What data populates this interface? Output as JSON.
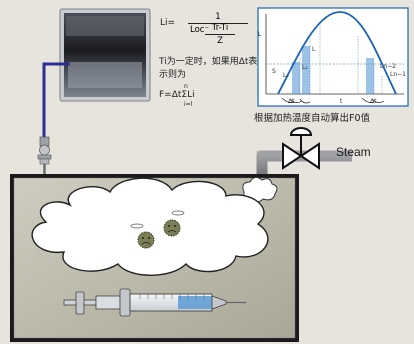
{
  "formula": {
    "li_lhs": "Li=",
    "numerator": "1",
    "denominator_prefix": "Loc⁻",
    "sub_numerator": "Tr-Ti",
    "sub_denominator": "Z",
    "ti_sentence": "Ti为一定时，如果用Δt表示则为",
    "f_eq": "F=ΔtΣLi",
    "sigma_upper": "n",
    "sigma_lower": "i=l"
  },
  "graph": {
    "y_axis_label": "L",
    "curve_label_l": "L",
    "label_l1": "L₁",
    "label_l2": "L₂",
    "label_ln2": "Ln−2",
    "label_ln1": "Ln−1",
    "label_dt_left": "Δt",
    "label_dt_right": "Δt",
    "label_t": "t",
    "label_start": "S"
  },
  "caption": "根据加热温度自动算出F0值",
  "steam_label": "Steam",
  "colors": {
    "background": "#e6e4dc",
    "curve": "#1a63b8",
    "wire": "#2b2e8f",
    "pipe": "#8a8c8e",
    "chamber_border": "#1a1a1a",
    "chamber_fill": "#b9b7a8",
    "cloud": "#ffffff",
    "syringe_blue": "#5a9bd5"
  }
}
